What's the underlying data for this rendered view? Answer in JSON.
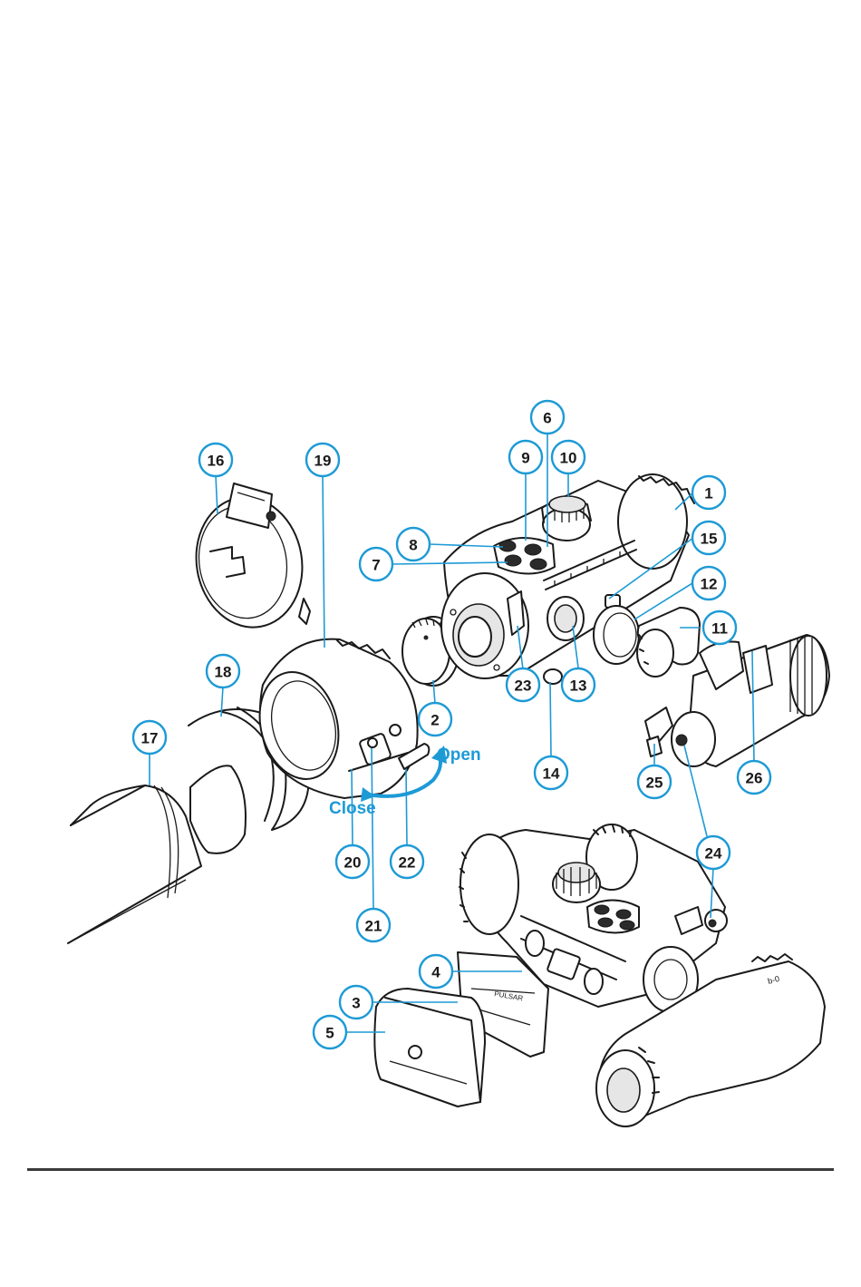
{
  "diagram": {
    "callouts": [
      {
        "id": "1",
        "label": "1"
      },
      {
        "id": "2",
        "label": "2"
      },
      {
        "id": "3",
        "label": "3"
      },
      {
        "id": "4",
        "label": "4"
      },
      {
        "id": "5",
        "label": "5"
      },
      {
        "id": "6",
        "label": "6"
      },
      {
        "id": "7",
        "label": "7"
      },
      {
        "id": "8",
        "label": "8"
      },
      {
        "id": "9",
        "label": "9"
      },
      {
        "id": "10",
        "label": "10"
      },
      {
        "id": "11",
        "label": "11"
      },
      {
        "id": "12",
        "label": "12"
      },
      {
        "id": "13",
        "label": "13"
      },
      {
        "id": "14",
        "label": "14"
      },
      {
        "id": "15",
        "label": "15"
      },
      {
        "id": "16",
        "label": "16"
      },
      {
        "id": "17",
        "label": "17"
      },
      {
        "id": "18",
        "label": "18"
      },
      {
        "id": "19",
        "label": "19"
      },
      {
        "id": "20",
        "label": "20"
      },
      {
        "id": "21",
        "label": "21"
      },
      {
        "id": "22",
        "label": "22"
      },
      {
        "id": "23",
        "label": "23"
      },
      {
        "id": "24",
        "label": "24"
      },
      {
        "id": "25",
        "label": "25"
      },
      {
        "id": "26",
        "label": "26"
      }
    ],
    "actions": {
      "open": "Open",
      "close": "Close"
    },
    "accent_color": "#1d9ad6"
  }
}
